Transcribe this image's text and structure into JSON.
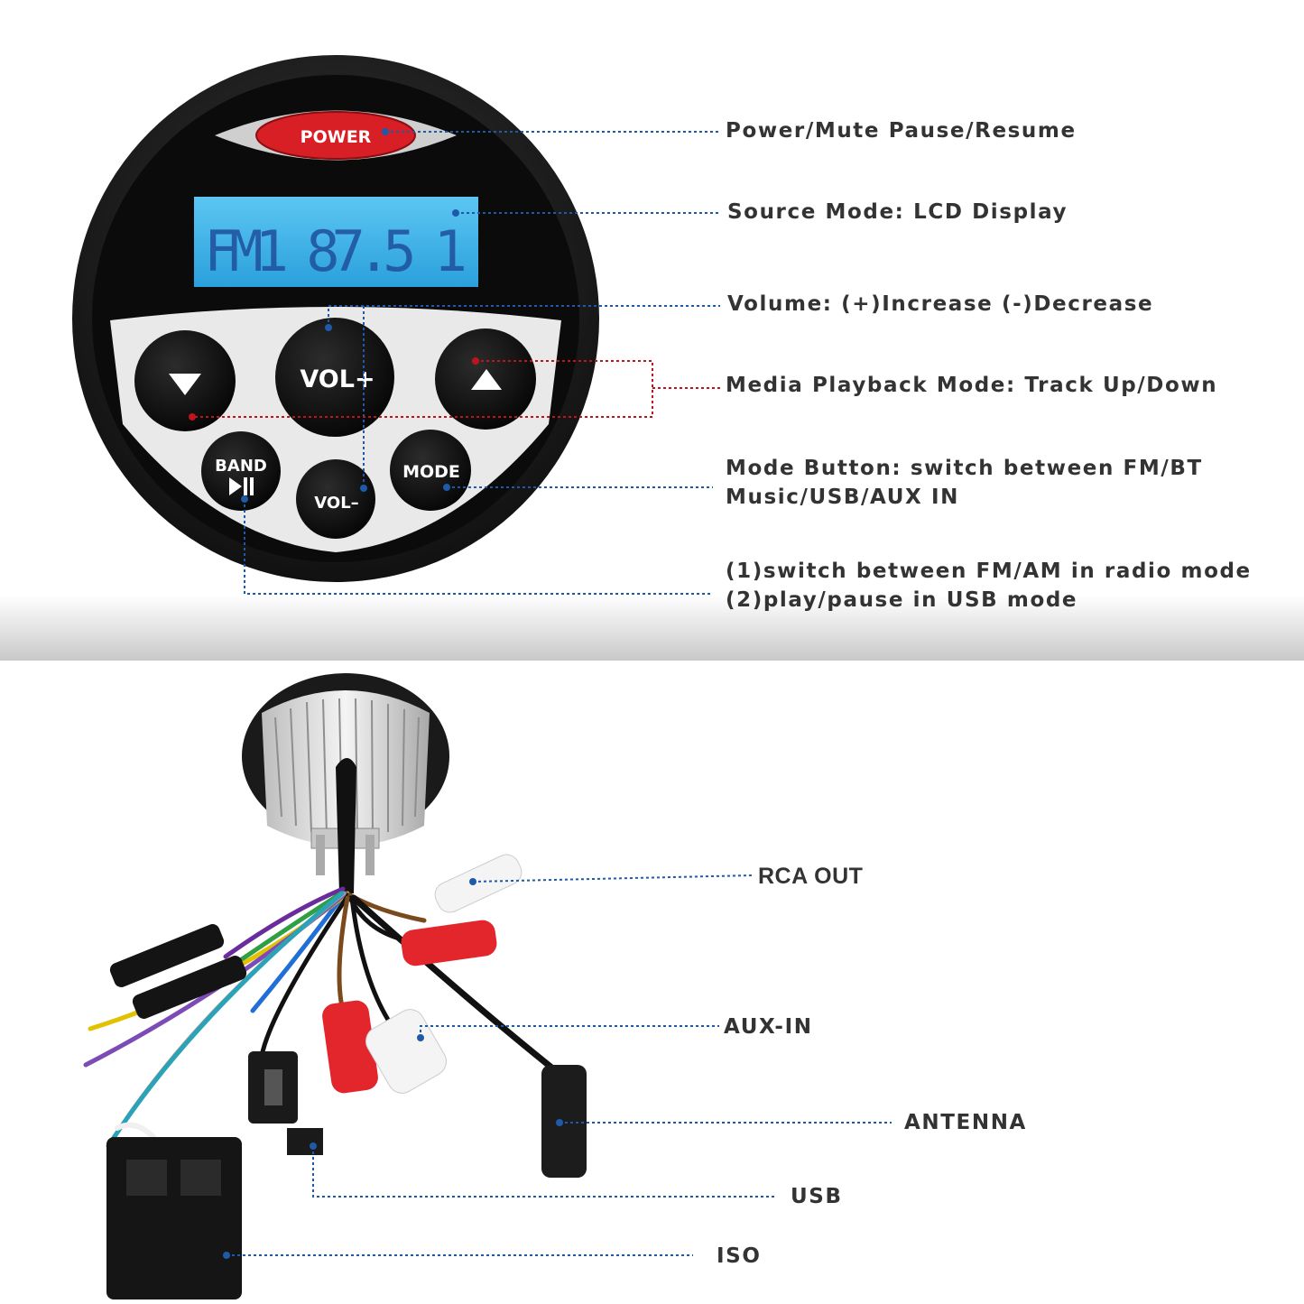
{
  "panel": {
    "power_label": "POWER",
    "lcd_text": "FM1 87.5  1",
    "vol_plus_label": "VOL+",
    "vol_minus_label": "VOL–",
    "mode_label": "MODE",
    "band_label": "BAND",
    "band_icon": "play-pause-icon",
    "down_icon": "triangle-down-icon",
    "up_icon": "triangle-up-icon"
  },
  "callouts_top": {
    "power": "Power/Mute  Pause/Resume",
    "source": "Source Mode: LCD Display",
    "volume": "Volume: (+)Increase  (-)Decrease",
    "media": "Media Playback Mode: Track Up/Down",
    "mode_line1": "Mode Button: switch between FM/BT",
    "mode_line2": "Music/USB/AUX IN",
    "band_line1": "(1)switch between FM/AM in radio mode",
    "band_line2": "(2)play/pause in USB mode"
  },
  "callouts_bottom": {
    "rca_out": "RCA OUT",
    "aux_in": "AUX-IN",
    "antenna": "ANTENNA",
    "usb": "USB",
    "iso": "ISO"
  },
  "colors": {
    "leader_blue": "#1e5aa8",
    "leader_red": "#c0141c",
    "lcd_blue": "#3fb3ea",
    "power_red": "#d91f26",
    "label_text": "#333333"
  }
}
